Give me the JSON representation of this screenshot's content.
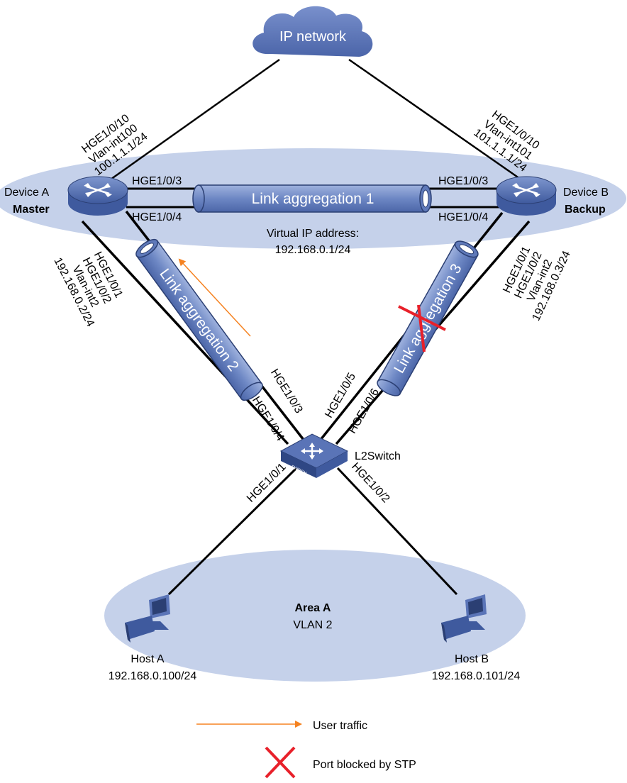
{
  "colors": {
    "area_fill": "#c5d1ea",
    "device_blue": "#5a74b7",
    "tube_blue": "#6d87c4",
    "traffic_arrow": "#f58220",
    "block_x": "#e8202a",
    "line": "#000000"
  },
  "network": {
    "label": "IP network",
    "icon": "cloud-icon"
  },
  "device_a": {
    "name": "Device A",
    "role": "Master",
    "icon": "router-icon",
    "uplink": [
      "HGE1/0/10",
      "Vlan-int100",
      "100.1.1.1/24"
    ],
    "port_top": "HGE1/0/3",
    "port_bottom": "HGE1/0/4",
    "downlink": [
      "HGE1/0/1",
      "HGE1/0/2",
      "Vlan-int2",
      "192.168.0.2/24"
    ]
  },
  "device_b": {
    "name": "Device B",
    "role": "Backup",
    "icon": "router-icon",
    "uplink": [
      "HGE1/0/10",
      "Vlan-int101",
      "101.1.1.1/24"
    ],
    "port_top": "HGE1/0/3",
    "port_bottom": "HGE1/0/4",
    "downlink": [
      "HGE1/0/1",
      "HGE1/0/2",
      "Vlan-int2",
      "192.168.0.3/24"
    ]
  },
  "link_aggregations": {
    "la1": "Link aggregation 1",
    "la2": "Link aggregation 2",
    "la3": "Link aggregation 3"
  },
  "virtual_ip": {
    "label": "Virtual IP address:",
    "value": "192.168.0.1/24"
  },
  "switch": {
    "name": "L2Switch",
    "icon": "switch-icon",
    "badge": "SWITCH",
    "ports": {
      "to_a_1": "HGE1/0/3",
      "to_a_2": "HGE1/0/4",
      "to_b_1": "HGE1/0/5",
      "to_b_2": "HGE1/0/6",
      "to_host_a": "HGE1/0/1",
      "to_host_b": "HGE1/0/2"
    }
  },
  "area": {
    "name": "Area A",
    "vlan": "VLAN 2"
  },
  "host_a": {
    "name": "Host A",
    "ip": "192.168.0.100/24",
    "icon": "pc-icon"
  },
  "host_b": {
    "name": "Host B",
    "ip": "192.168.0.101/24",
    "icon": "pc-icon"
  },
  "legend": {
    "traffic": "User traffic",
    "blocked": "Port blocked by STP"
  }
}
